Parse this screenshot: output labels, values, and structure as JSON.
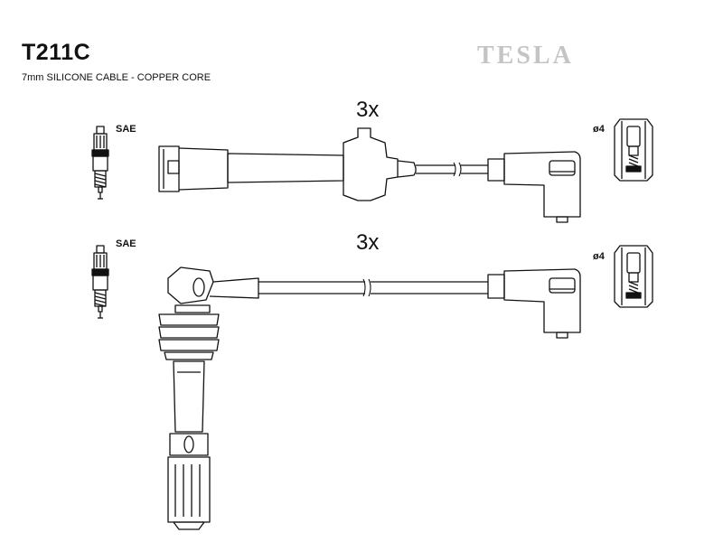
{
  "header": {
    "code": "T211C",
    "subtitle": "7mm SILICONE CABLE - COPPER CORE",
    "brand": "TESLA"
  },
  "rows": [
    {
      "quantity": "3x",
      "plug_standard": "SAE",
      "terminal_diameter": "ø4"
    },
    {
      "quantity": "3x",
      "plug_standard": "SAE",
      "terminal_diameter": "ø4"
    }
  ],
  "icons": {
    "spark_plug": "spark-plug-icon",
    "straight_boot": "straight-coil-boot-icon",
    "coil_on_plug_boot": "coil-on-plug-boot-icon",
    "angled_boot": "angled-distributor-boot-icon",
    "terminal": "terminal-socket-icon"
  }
}
